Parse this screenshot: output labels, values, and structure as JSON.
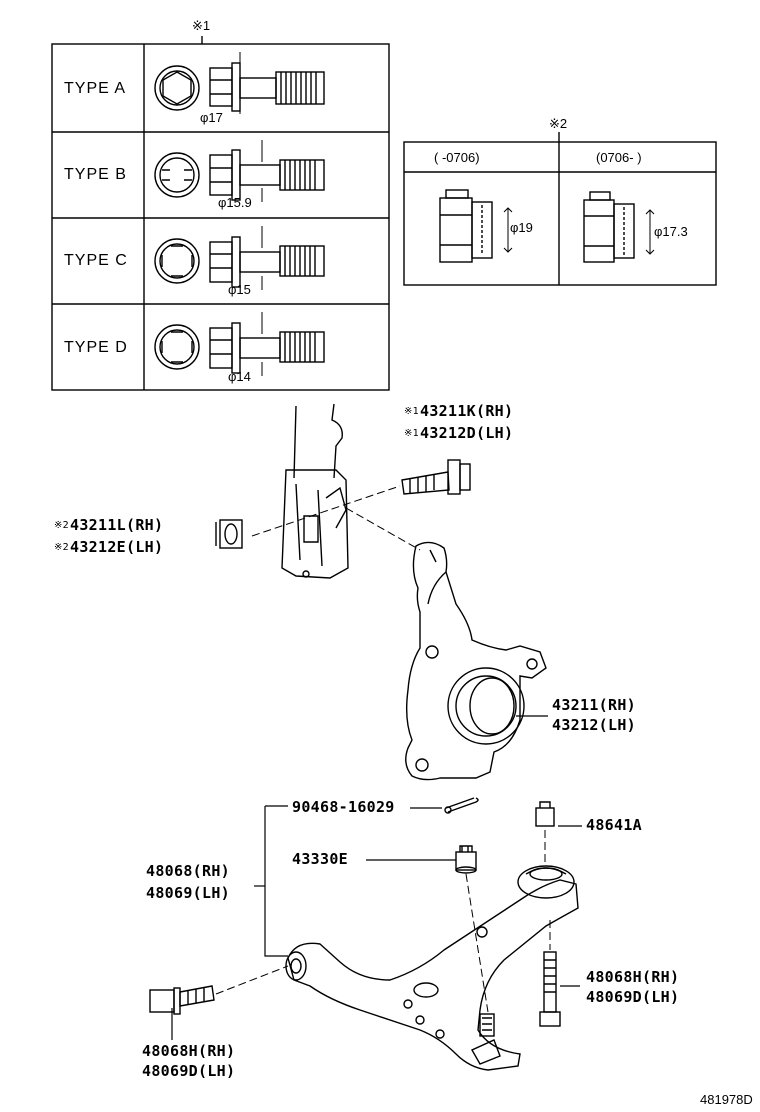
{
  "note1_marker": "※1",
  "note2_marker": "※2",
  "types": [
    {
      "label": "TYPE  A",
      "diameter": "φ17"
    },
    {
      "label": "TYPE  B",
      "diameter": "φ15.9"
    },
    {
      "label": "TYPE  C",
      "diameter": "φ15"
    },
    {
      "label": "TYPE  D",
      "diameter": "φ14"
    }
  ],
  "nut_table": {
    "col1_header": "(      -0706)",
    "col2_header": "(0706-      )",
    "col1_diameter": "φ19",
    "col2_diameter": "φ17.3"
  },
  "parts": {
    "bolt_rh_tag": "※1",
    "bolt_rh": "43211K(RH)",
    "bolt_lh_tag": "※1",
    "bolt_lh": "43212D(LH)",
    "nut_rh_tag": "※2",
    "nut_rh": "43211L(RH)",
    "nut_lh_tag": "※2",
    "nut_lh": "43212E(LH)",
    "knuckle_rh": "43211(RH)",
    "knuckle_lh": "43212(LH)",
    "cotter_pin": "90468-16029",
    "castle_nut": "43330E",
    "arm_rh": "48068(RH)",
    "arm_lh": "48069(LH)",
    "ball_bolt": "48641A",
    "rear_bolt_rh": "48068H(RH)",
    "rear_bolt_lh": "48069D(LH)",
    "front_bolt_rh": "48068H(RH)",
    "front_bolt_lh": "48069D(LH)"
  },
  "diagram_id": "481978D"
}
